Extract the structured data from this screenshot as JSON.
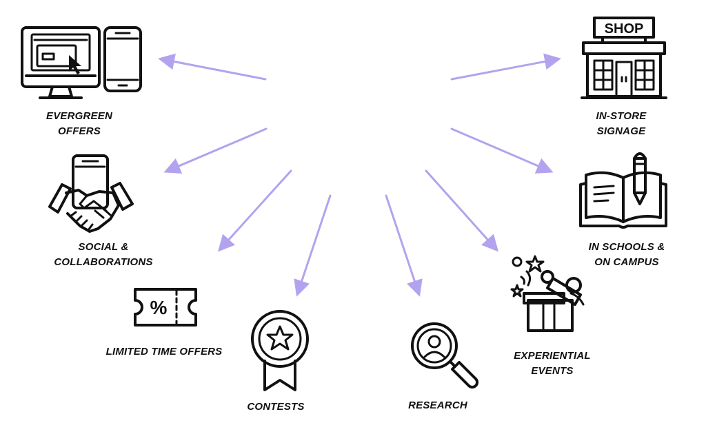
{
  "arrow_color": "#b3a3ee",
  "text_color": "#111111",
  "items": {
    "evergreen": {
      "line1": "EVERGREEN",
      "line2": "OFFERS",
      "icon": "computer-and-phone-icon"
    },
    "social": {
      "line1": "SOCIAL &",
      "line2": "COLLABORATIONS",
      "icon": "handshake-icon"
    },
    "limited": {
      "line1": "LIMITED TIME OFFERS",
      "icon": "discount-ticket-icon"
    },
    "contests": {
      "line1": "CONTESTS",
      "icon": "award-badge-icon"
    },
    "research": {
      "line1": "RESEARCH",
      "icon": "magnifier-person-icon"
    },
    "experiential": {
      "line1": "EXPERIENTIAL",
      "line2": "EVENTS",
      "icon": "gift-box-icon"
    },
    "schools": {
      "line1": "IN SCHOOLS &",
      "line2": "ON CAMPUS",
      "icon": "open-book-pencil-icon"
    },
    "instore": {
      "line1": "IN-STORE",
      "line2": "SIGNAGE",
      "icon": "shop-icon"
    }
  },
  "shop_sign": "SHOP",
  "ticket_symbol": "%"
}
